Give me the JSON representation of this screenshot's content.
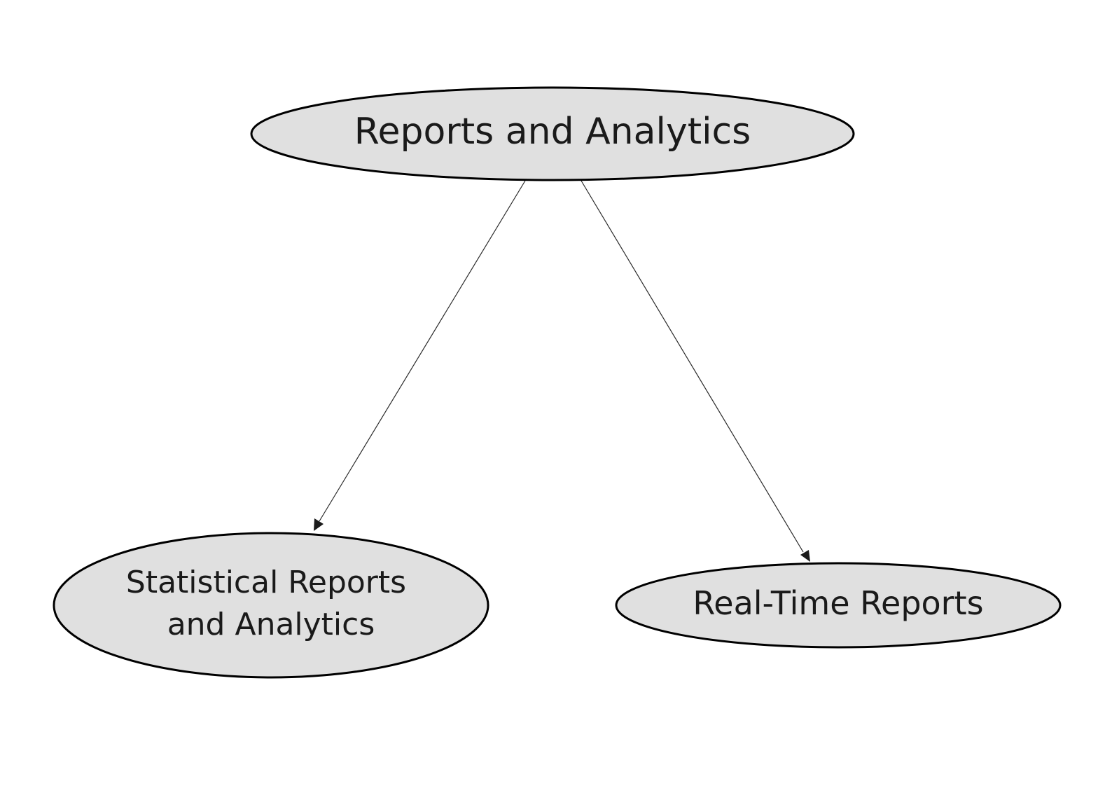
{
  "diagram": {
    "nodes": [
      {
        "id": "root",
        "label": [
          "Reports and Analytics"
        ]
      },
      {
        "id": "statistical",
        "label": [
          "Statistical Reports",
          "and Analytics"
        ]
      },
      {
        "id": "realtime",
        "label": [
          "Real-Time Reports"
        ]
      }
    ],
    "edges": [
      {
        "from": "root",
        "to": "statistical"
      },
      {
        "from": "root",
        "to": "realtime"
      }
    ],
    "colors": {
      "node_fill": "#e0e0e0",
      "node_stroke": "#000000",
      "edge": "#2a2a2a",
      "text": "#1a1a1a"
    }
  }
}
